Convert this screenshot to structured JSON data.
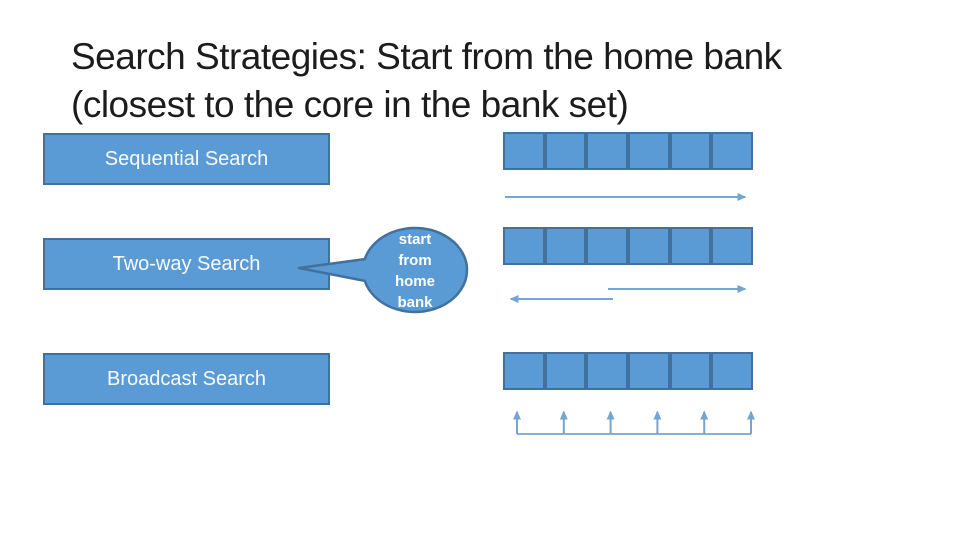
{
  "slide": {
    "title_lines": [
      "Search Strategies: Start from the home bank",
      "(closest to the core in the bank set)"
    ],
    "strategies": [
      {
        "id": "sequential",
        "label": "Sequential Search"
      },
      {
        "id": "two-way",
        "label": "Two-way Search"
      },
      {
        "id": "broadcast",
        "label": "Broadcast Search"
      }
    ],
    "callout": {
      "lines": [
        "start",
        "from",
        "home",
        "bank"
      ],
      "points_to": "Two-way Search"
    },
    "diagram": {
      "banks_per_row": 6,
      "rows": [
        {
          "strategy": "Sequential Search",
          "arrow_pattern": "single right arrow under all banks"
        },
        {
          "strategy": "Two-way Search",
          "arrow_pattern": "right arrow from home bank and left arrow from home bank"
        },
        {
          "strategy": "Broadcast Search",
          "arrow_pattern": "shared bus line with up arrow into every bank"
        }
      ]
    },
    "colors": {
      "shape_fill": "#5B9BD5",
      "shape_border": "#41719C",
      "arrow": "#74A5D2",
      "title_text": "#1C1C1C",
      "shape_text": "#FFFFFF",
      "background": "#FFFFFF"
    }
  }
}
